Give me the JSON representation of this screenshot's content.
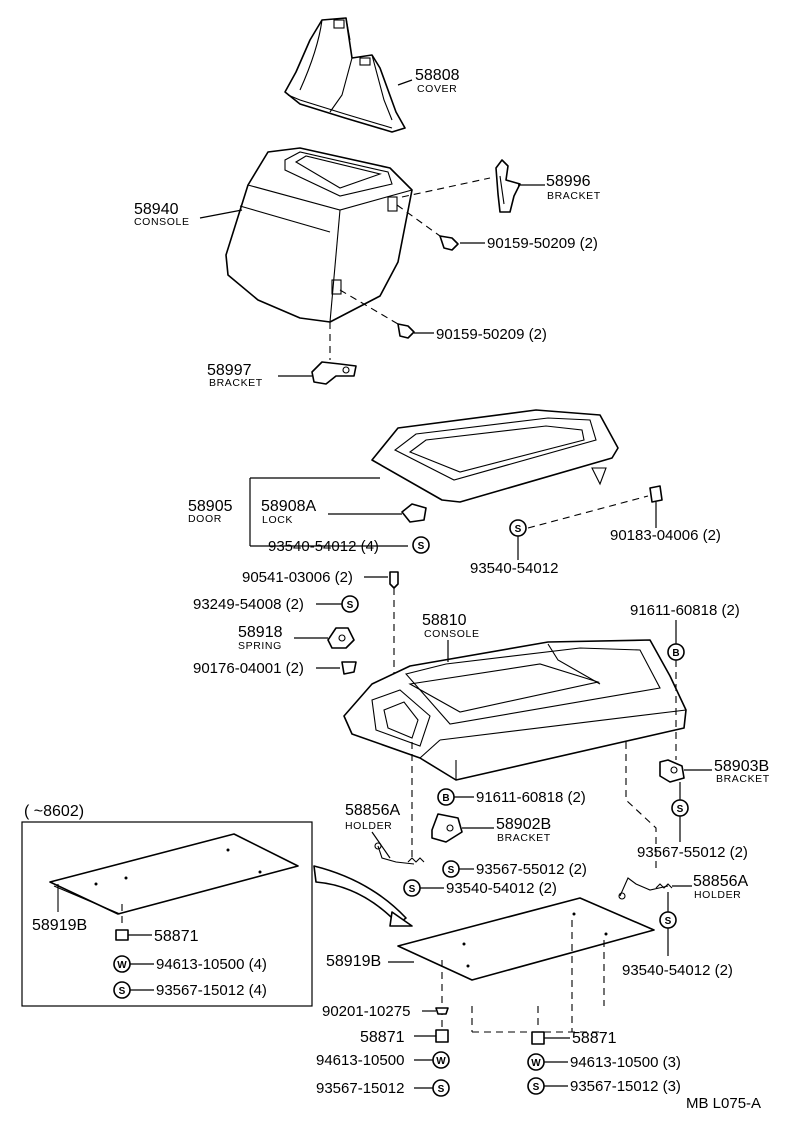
{
  "diagram_code": "MB  L075-A",
  "variant_note": "(      ~8602)",
  "symbols": {
    "S": "S",
    "W": "W",
    "B": "B"
  },
  "parts": {
    "p58808": {
      "number": "58808",
      "name": "COVER"
    },
    "p58996": {
      "number": "58996",
      "name": "BRACKET"
    },
    "p58940": {
      "number": "58940",
      "name": "CONSOLE"
    },
    "p90159_a": {
      "number": "90159-50209 (2)"
    },
    "p90159_b": {
      "number": "90159-50209 (2)"
    },
    "p58997": {
      "number": "58997",
      "name": "BRACKET"
    },
    "p58905": {
      "number": "58905",
      "name": "DOOR"
    },
    "p58908A": {
      "number": "58908A",
      "name": "LOCK"
    },
    "p93540_a": {
      "number": "93540-54012 (4)"
    },
    "p93540_b": {
      "number": "93540-54012"
    },
    "p90183": {
      "number": "90183-04006 (2)"
    },
    "p90541": {
      "number": "90541-03006 (2)"
    },
    "p93249": {
      "number": "93249-54008 (2)"
    },
    "p58918": {
      "number": "58918",
      "name": "SPRING"
    },
    "p90176": {
      "number": "90176-04001 (2)"
    },
    "p58810": {
      "number": "58810",
      "name": "CONSOLE"
    },
    "p91611_a": {
      "number": "91611-60818 (2)"
    },
    "p58903B": {
      "number": "58903B",
      "name": "BRACKET"
    },
    "p58856A_l": {
      "number": "58856A",
      "name": "HOLDER"
    },
    "p91611_b": {
      "number": "91611-60818 (2)"
    },
    "p58902B": {
      "number": "58902B",
      "name": "BRACKET"
    },
    "p93567_55012_l": {
      "number": "93567-55012 (2)"
    },
    "p93540_c": {
      "number": "93540-54012 (2)"
    },
    "p93567_55012_r": {
      "number": "93567-55012 (2)"
    },
    "p58856A_r": {
      "number": "58856A",
      "name": "HOLDER"
    },
    "p93540_d": {
      "number": "93540-54012 (2)"
    },
    "p58919B_l": {
      "number": "58919B"
    },
    "p58871_l": {
      "number": "58871"
    },
    "p94613_l": {
      "number": "94613-10500 (4)"
    },
    "p93567_15012_l": {
      "number": "93567-15012 (4)"
    },
    "p58919B_r": {
      "number": "58919B"
    },
    "p90201": {
      "number": "90201-10275"
    },
    "p58871_m": {
      "number": "58871"
    },
    "p94613_m": {
      "number": "94613-10500"
    },
    "p93567_15012_m": {
      "number": "93567-15012"
    },
    "p58871_r": {
      "number": "58871"
    },
    "p94613_r": {
      "number": "94613-10500 (3)"
    },
    "p93567_15012_r": {
      "number": "93567-15012 (3)"
    }
  }
}
